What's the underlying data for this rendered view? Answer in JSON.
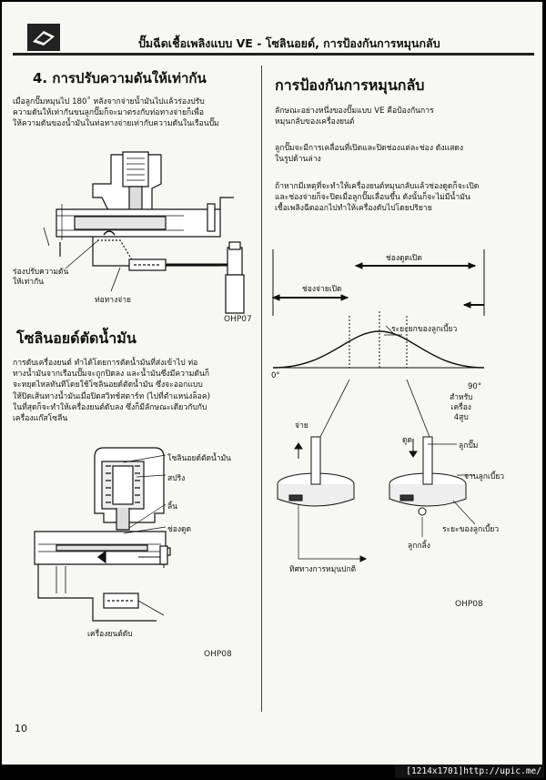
{
  "header": {
    "title": "ปั๊มฉีดเชื้อเพลิงแบบ VE - โซลินอยด์, การป้องกันการหมุนกลับ"
  },
  "left": {
    "section4": {
      "heading": "4. การปรับความดันให้เท่ากัน",
      "paragraph": "เมื่อลูกปั๊มหมุนไป 180˚   หลังจากจ่ายน้ำมันไปแล้วร่องปรับ\nความดันให้เท่ากันขนลูกปั๊มก็จะมาตรงกับท่อทางจ่ายก็เพื่อ\nให้ความดันของน้ำมันในท่อทางจ่ายเท่ากับความดันในเรือนปั๊ม",
      "label_groove": "ร่องปรับความดัน\nให้เท่ากัน",
      "label_outlet": "ท่อทางจ่าย",
      "code": "OHP07"
    },
    "solenoid": {
      "heading": "โซลินอยด์ตัดน้ำมัน",
      "paragraph": "การดับเครื่องยนต์   ทำได้โดยการตัดน้ำมันที่ส่งเข้าไป   ท่อ\nทางน้ำมันจากเรือนปั๊มจะถูกปิดลง   และน้ำมันซึ่งมีความดันก็\nจะหยุดไหลทันทีโดยใช้โซลินอยด์ตัดน้ำมัน   ซึ่งจะออกแบบ\nให้ปิดเส้นทางน้ำมันเมื่อปิดสวิทช์สตาร์ท (ไปที่ตำแหน่งล็อค)\nในที่สุดก็จะทำให้เครื่องยนต์ดับลง   ซึ่งก็มีลักษณะเดียวกับกับ\nเครื่องแก๊สโซลีน",
      "label_solenoid": "โซลินอยด์ตัดน้ำมัน",
      "label_spring": "สปริง",
      "label_valve": "ลิ้น",
      "label_inlet": "ช่องดูด",
      "label_engine_off": "เครื่องยนต์ดับ",
      "code": "OHP08"
    }
  },
  "right": {
    "heading": "การป้องกันการหมุนกลับ",
    "para1": "ลักษณะอย่างหนึ่งของปั๊มแบบ    VE    คือป้องกันการ\nหมุนกลับของเครื่องยนต์",
    "para2": "ลูกปั๊มจะมีการเคลื่อนที่เปิดและปิดช่องแต่ละช่อง   ดังแสดง\nในรูปด้านล่าง",
    "para3": "ถ้าหากมีเหตุที่จะทำให้เครื่องยนต์หมุนกลับแล้วช่องดูดก็จะเปิด\nและช่องจ่ายก็จะปิดเมื่อลูกปั๊มเลื่อนขึ้น   ดังนั้นก็จะไม่มีน้ำมัน\nเชื้อเพลิงฉีดออกไปทำให้เครื่องดับไปโดยปริยาย",
    "diagram": {
      "label_inlet_open": "ช่องดูดเปิด",
      "label_outlet_open": "ช่องจ่ายเปิด",
      "label_cam_lift": "ระยะยกของลูกเบี้ยว",
      "label_zero": "0°",
      "label_ninety": "90°",
      "label_four_cyl": "สำหรับ\nเครื่อง\n4สูบ",
      "label_delivery": "จ่าย",
      "label_suction": "ดูด",
      "label_plunger": "ลูกปั๊ม",
      "label_cam_plate": "จานลูกเบี้ยว",
      "label_cam_lift2": "ระยะของลูกเบี้ยว",
      "label_roller": "ลูกกลิ้ง",
      "label_normal_rotation": "ทิศทางการหมุนปกติ",
      "code": "OHP08"
    }
  },
  "page_number": "10",
  "footer_tag": "[1214x1701]http://upic.me/"
}
